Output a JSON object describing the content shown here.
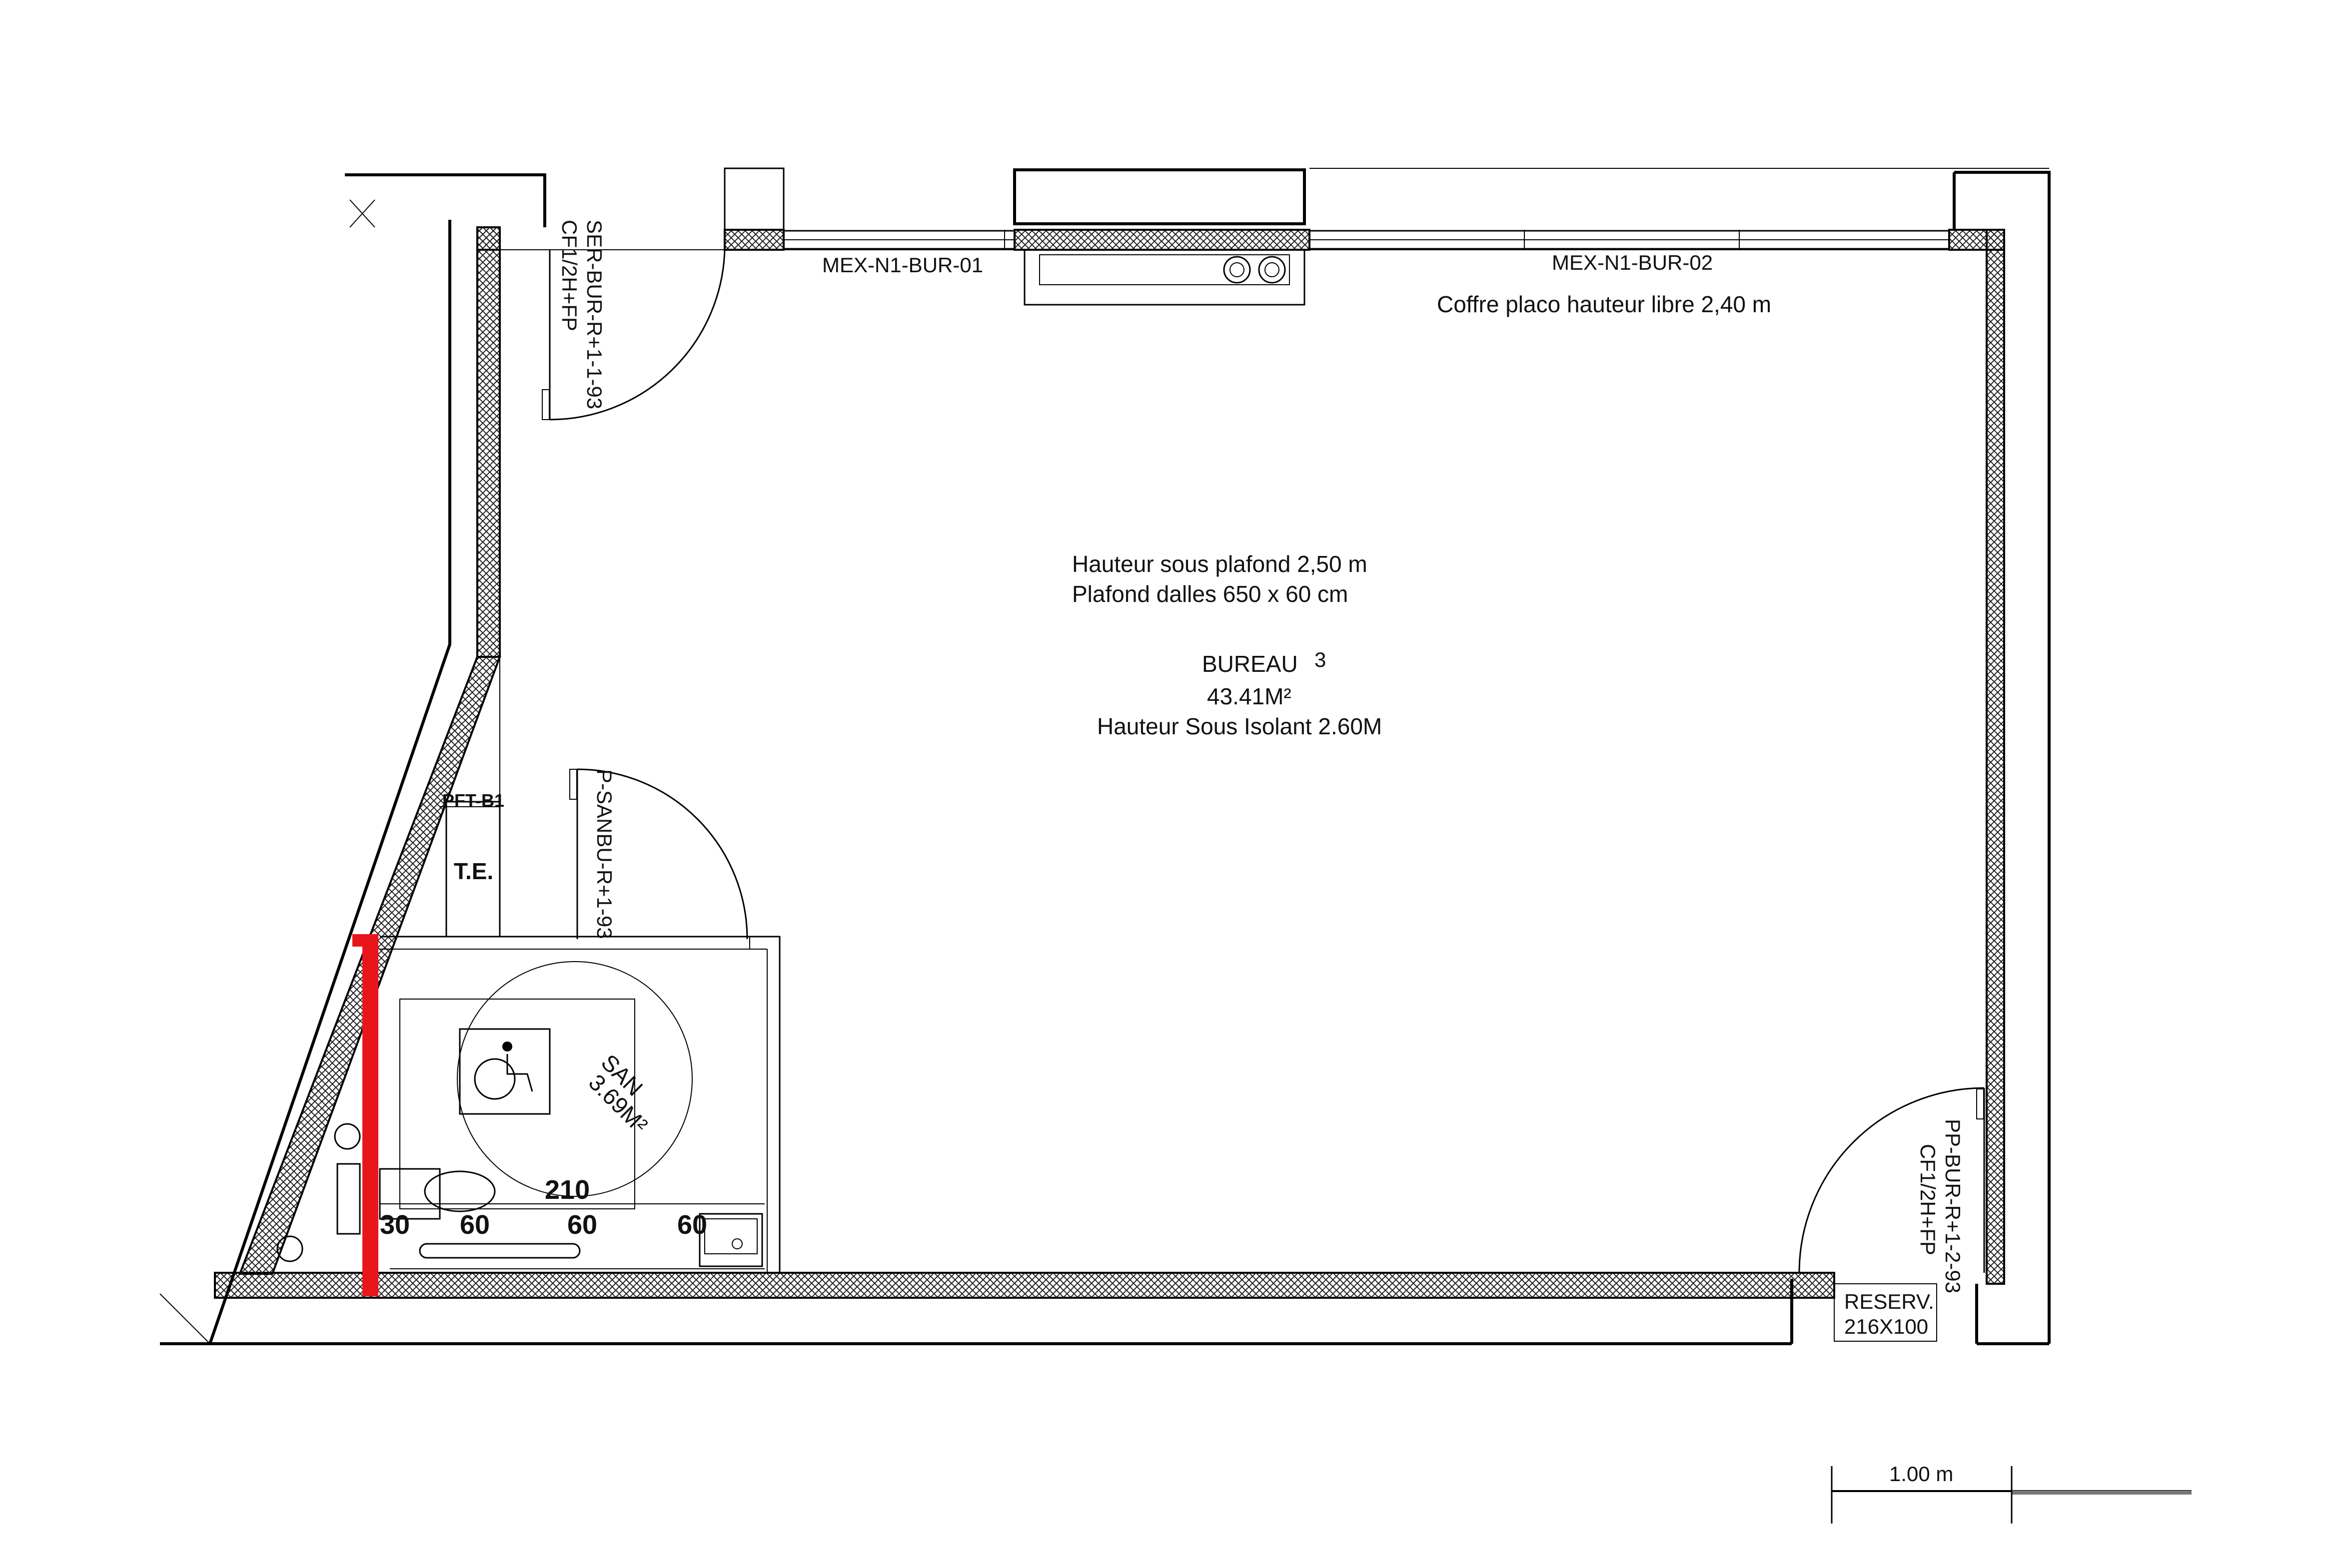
{
  "room": {
    "name": "BUREAU",
    "number": "3",
    "area": "43.41M²",
    "height_isolant": "Hauteur Sous Isolant 2.60M"
  },
  "notes": {
    "ceiling_height": "Hauteur sous plafond 2,50 m",
    "ceiling_tiles": "Plafond dalles 650 x 60 cm",
    "coffre": "Coffre placo  hauteur libre 2,40 m"
  },
  "windows": {
    "w1": "MEX-N1-BUR-01",
    "w2": "MEX-N1-BUR-02"
  },
  "doors": {
    "d1": "SER-BUR-R+1-1-93",
    "d1_rating": "CF1/2H+FP",
    "d2": "P-SANBU-R+1-93",
    "d3": "PP-BUR-R+1-2-93",
    "d3_rating": "CF1/2H+FP"
  },
  "sanitary": {
    "name": "SAN",
    "area": "3.69M²",
    "total": "210",
    "d_30": "30",
    "d_60a": "60",
    "d_60b": "60",
    "d_60c": "60"
  },
  "shaft": {
    "label": "PFT-B1",
    "te": "T.E."
  },
  "reserve": {
    "line1": "RESERV.",
    "line2": "216X100"
  },
  "scale": {
    "label": "1.00 m"
  },
  "colors": {
    "wall": "#000000",
    "highlight": "#e8161b",
    "insulation": "#222222"
  }
}
